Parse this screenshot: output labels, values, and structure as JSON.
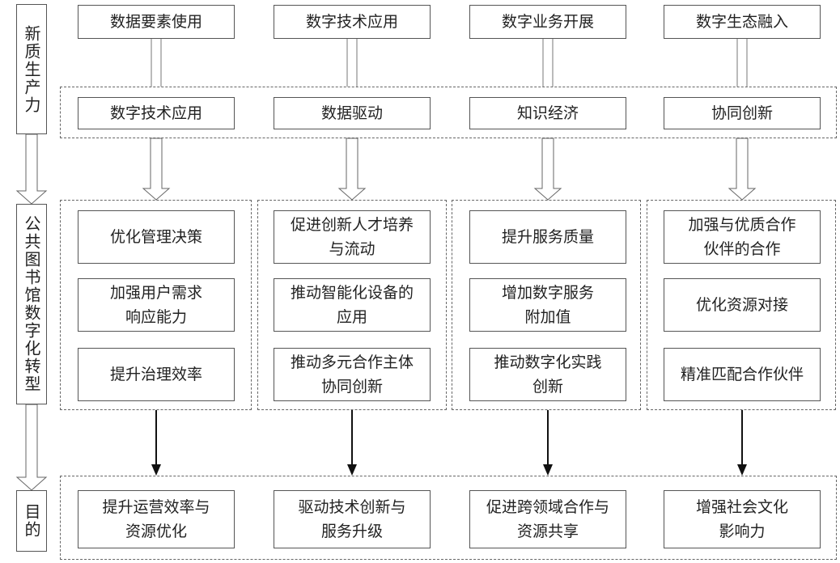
{
  "side_labels": {
    "productivity": "新质生产力",
    "transformation": "公共图书馆数字化转型",
    "purpose": "目的"
  },
  "row1": [
    "数据要素使用",
    "数字技术应用",
    "数字业务开展",
    "数字生态融入"
  ],
  "row2": [
    "数字技术应用",
    "数据驱动",
    "知识经济",
    "协同创新"
  ],
  "groups": [
    {
      "items": [
        "优化管理决策",
        "加强用户需求\n响应能力",
        "提升治理效率"
      ]
    },
    {
      "items": [
        "促进创新人才培养\n与流动",
        "推动智能化设备的\n应用",
        "推动多元合作主体\n协同创新"
      ]
    },
    {
      "items": [
        "提升服务质量",
        "增加数字服务\n附加值",
        "推动数字化实践\n创新"
      ]
    },
    {
      "items": [
        "加强与优质合作\n伙伴的合作",
        "优化资源对接",
        "精准匹配合作伙伴"
      ]
    }
  ],
  "goals": [
    "提升运营效率与\n资源优化",
    "驱动技术创新与\n服务升级",
    "促进跨领域合作与\n资源共享",
    "增强社会文化\n影响力"
  ]
}
